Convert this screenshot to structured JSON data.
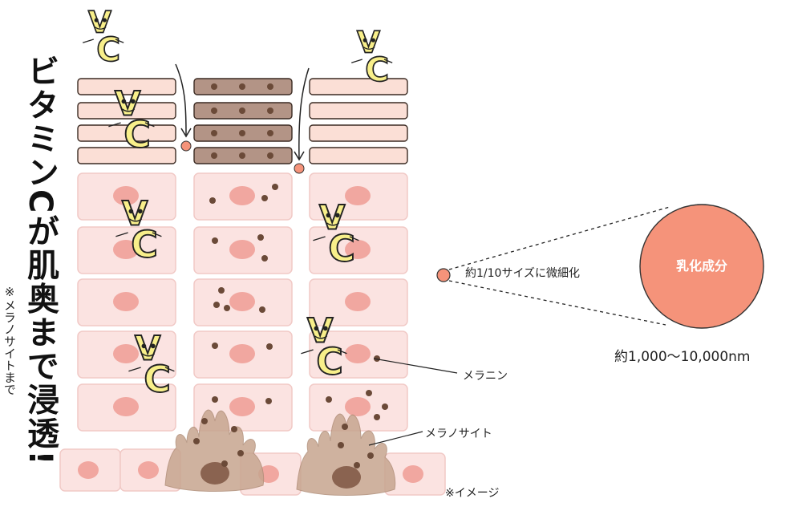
{
  "title": "ビタミンCが肌奥まで浸透!",
  "side_note": "※メラノサイトまで",
  "labels": {
    "melanin": "メラニン",
    "melanocyte": "メラノサイト",
    "image_note": "※イメージ",
    "reduction": "約1/10サイズに微細化",
    "emulsion": "乳化成分",
    "size": "約1,000〜10,000nm"
  },
  "character_letters": {
    "v": "V",
    "c": "C"
  },
  "colors": {
    "cell_fill": "#fbe3e1",
    "cell_stroke": "#f1c9c6",
    "nucleus": "#f1a7a0",
    "stratum_fill": "#fbdfd6",
    "stratum_dark": "#b39486",
    "melanin": "#6b4a38",
    "melanocyte": "#c7a58f",
    "emulsion_circle": "#f5937a",
    "vitamin_c": "#f8ef8a"
  }
}
